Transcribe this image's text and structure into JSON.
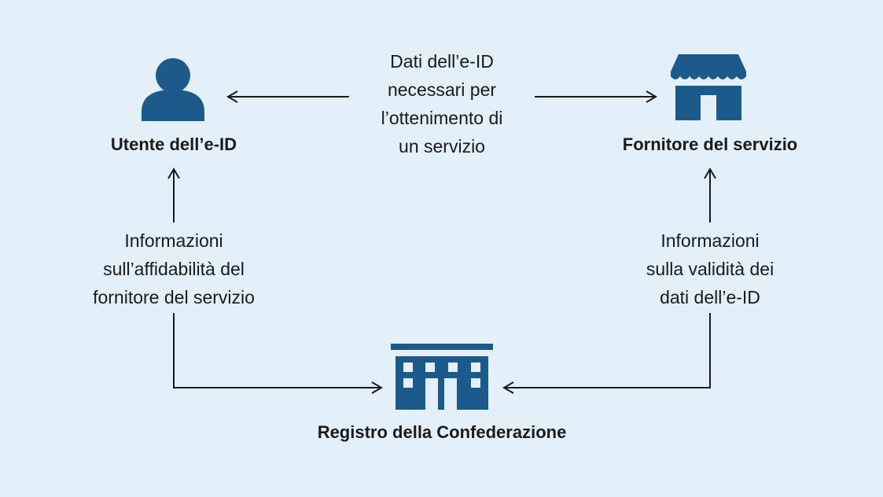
{
  "diagram": {
    "nodes": {
      "user": {
        "label": "Utente dell’e-ID",
        "icon": "person-icon"
      },
      "provider": {
        "label": "Fornitore del servizio",
        "icon": "storefront-icon"
      },
      "registry": {
        "label": "Registro della Confederazione",
        "icon": "government-building-icon"
      }
    },
    "edges": {
      "top": {
        "text": "Dati dell’e-ID\nnecessari per\nl’ottenimento di\nun servizio"
      },
      "left": {
        "text": "Informazioni\nsull’affidabilità del\nfornitore del servizio"
      },
      "right": {
        "text": "Informazioni\nsulla validità dei\ndati dell’e-ID"
      }
    },
    "colors": {
      "background": "#e3f0fa",
      "icon": "#1d5a8c",
      "line": "#1a1a1a"
    }
  }
}
